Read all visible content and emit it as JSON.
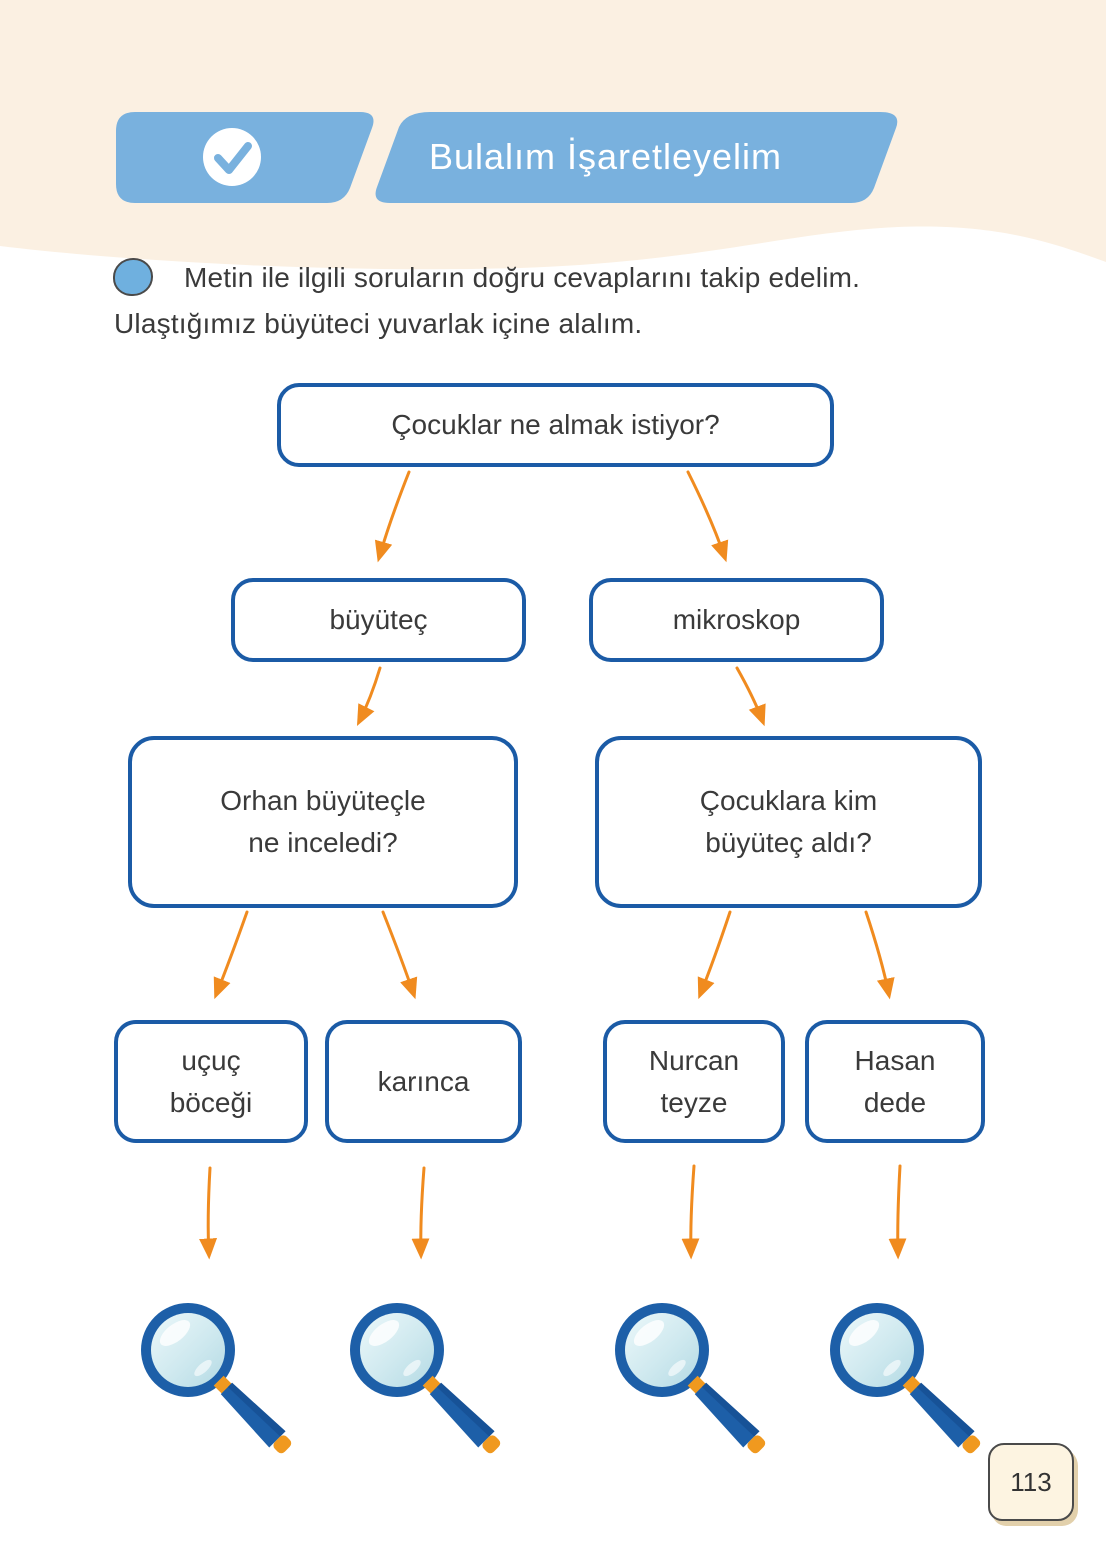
{
  "header": {
    "title": "Bulalım İşaretleyelim",
    "badge_color": "#79b1de",
    "title_color": "#ffffff",
    "check_icon": "check-circle"
  },
  "instruction": {
    "line1": "Metin ile ilgili soruların doğru cevaplarını takip edelim.",
    "line2": "Ulaştığımız büyüteci yuvarlak içine alalım."
  },
  "flowchart": {
    "root": {
      "label": "Çocuklar ne almak istiyor?"
    },
    "level2": [
      {
        "label": "büyüteç"
      },
      {
        "label": "mikroskop"
      }
    ],
    "level3": [
      {
        "line1": "Orhan büyüteçle",
        "line2": "ne inceledi?"
      },
      {
        "line1": "Çocuklara kim",
        "line2": "büyüteç aldı?"
      }
    ],
    "level4": [
      {
        "line1": "uçuç",
        "line2": "böceği"
      },
      {
        "line1": "karınca",
        "line2": ""
      },
      {
        "line1": "Nurcan",
        "line2": "teyze"
      },
      {
        "line1": "Hasan",
        "line2": "dede"
      }
    ],
    "answer_icon": "magnifier"
  },
  "colors": {
    "page_background": "#ffffff",
    "header_band": "#fbf0e2",
    "box_border": "#1b5ba6",
    "arrow": "#f08b1f",
    "text": "#3a3a3a",
    "magnifier_blue": "#1d5fa8",
    "magnifier_orange": "#f0991f"
  },
  "footer": {
    "page_number": "113"
  }
}
